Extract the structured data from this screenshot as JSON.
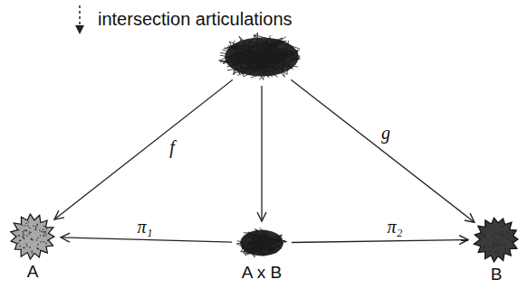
{
  "diagram": {
    "nodes": [
      {
        "text": []
      },
      {
        "text": [
          "A"
        ]
      },
      {
        "text": [
          "A x B"
        ]
      },
      {
        "text": [
          "B"
        ]
      }
    ],
    "edges": [
      {
        "from": 0,
        "to": 1,
        "label": "f",
        "arrow": "to"
      },
      {
        "from": 0,
        "to": 2,
        "arrow": "to"
      },
      {
        "from": 0,
        "to": 3,
        "label": "g",
        "arrow": "to"
      },
      {
        "from": 2,
        "to": 1,
        "label": "π₁",
        "arrow": "to"
      },
      {
        "from": 2,
        "to": 3,
        "label": "π₂",
        "arrow": "to"
      }
    ],
    "labels": [
      "intersection articulations"
    ]
  }
}
